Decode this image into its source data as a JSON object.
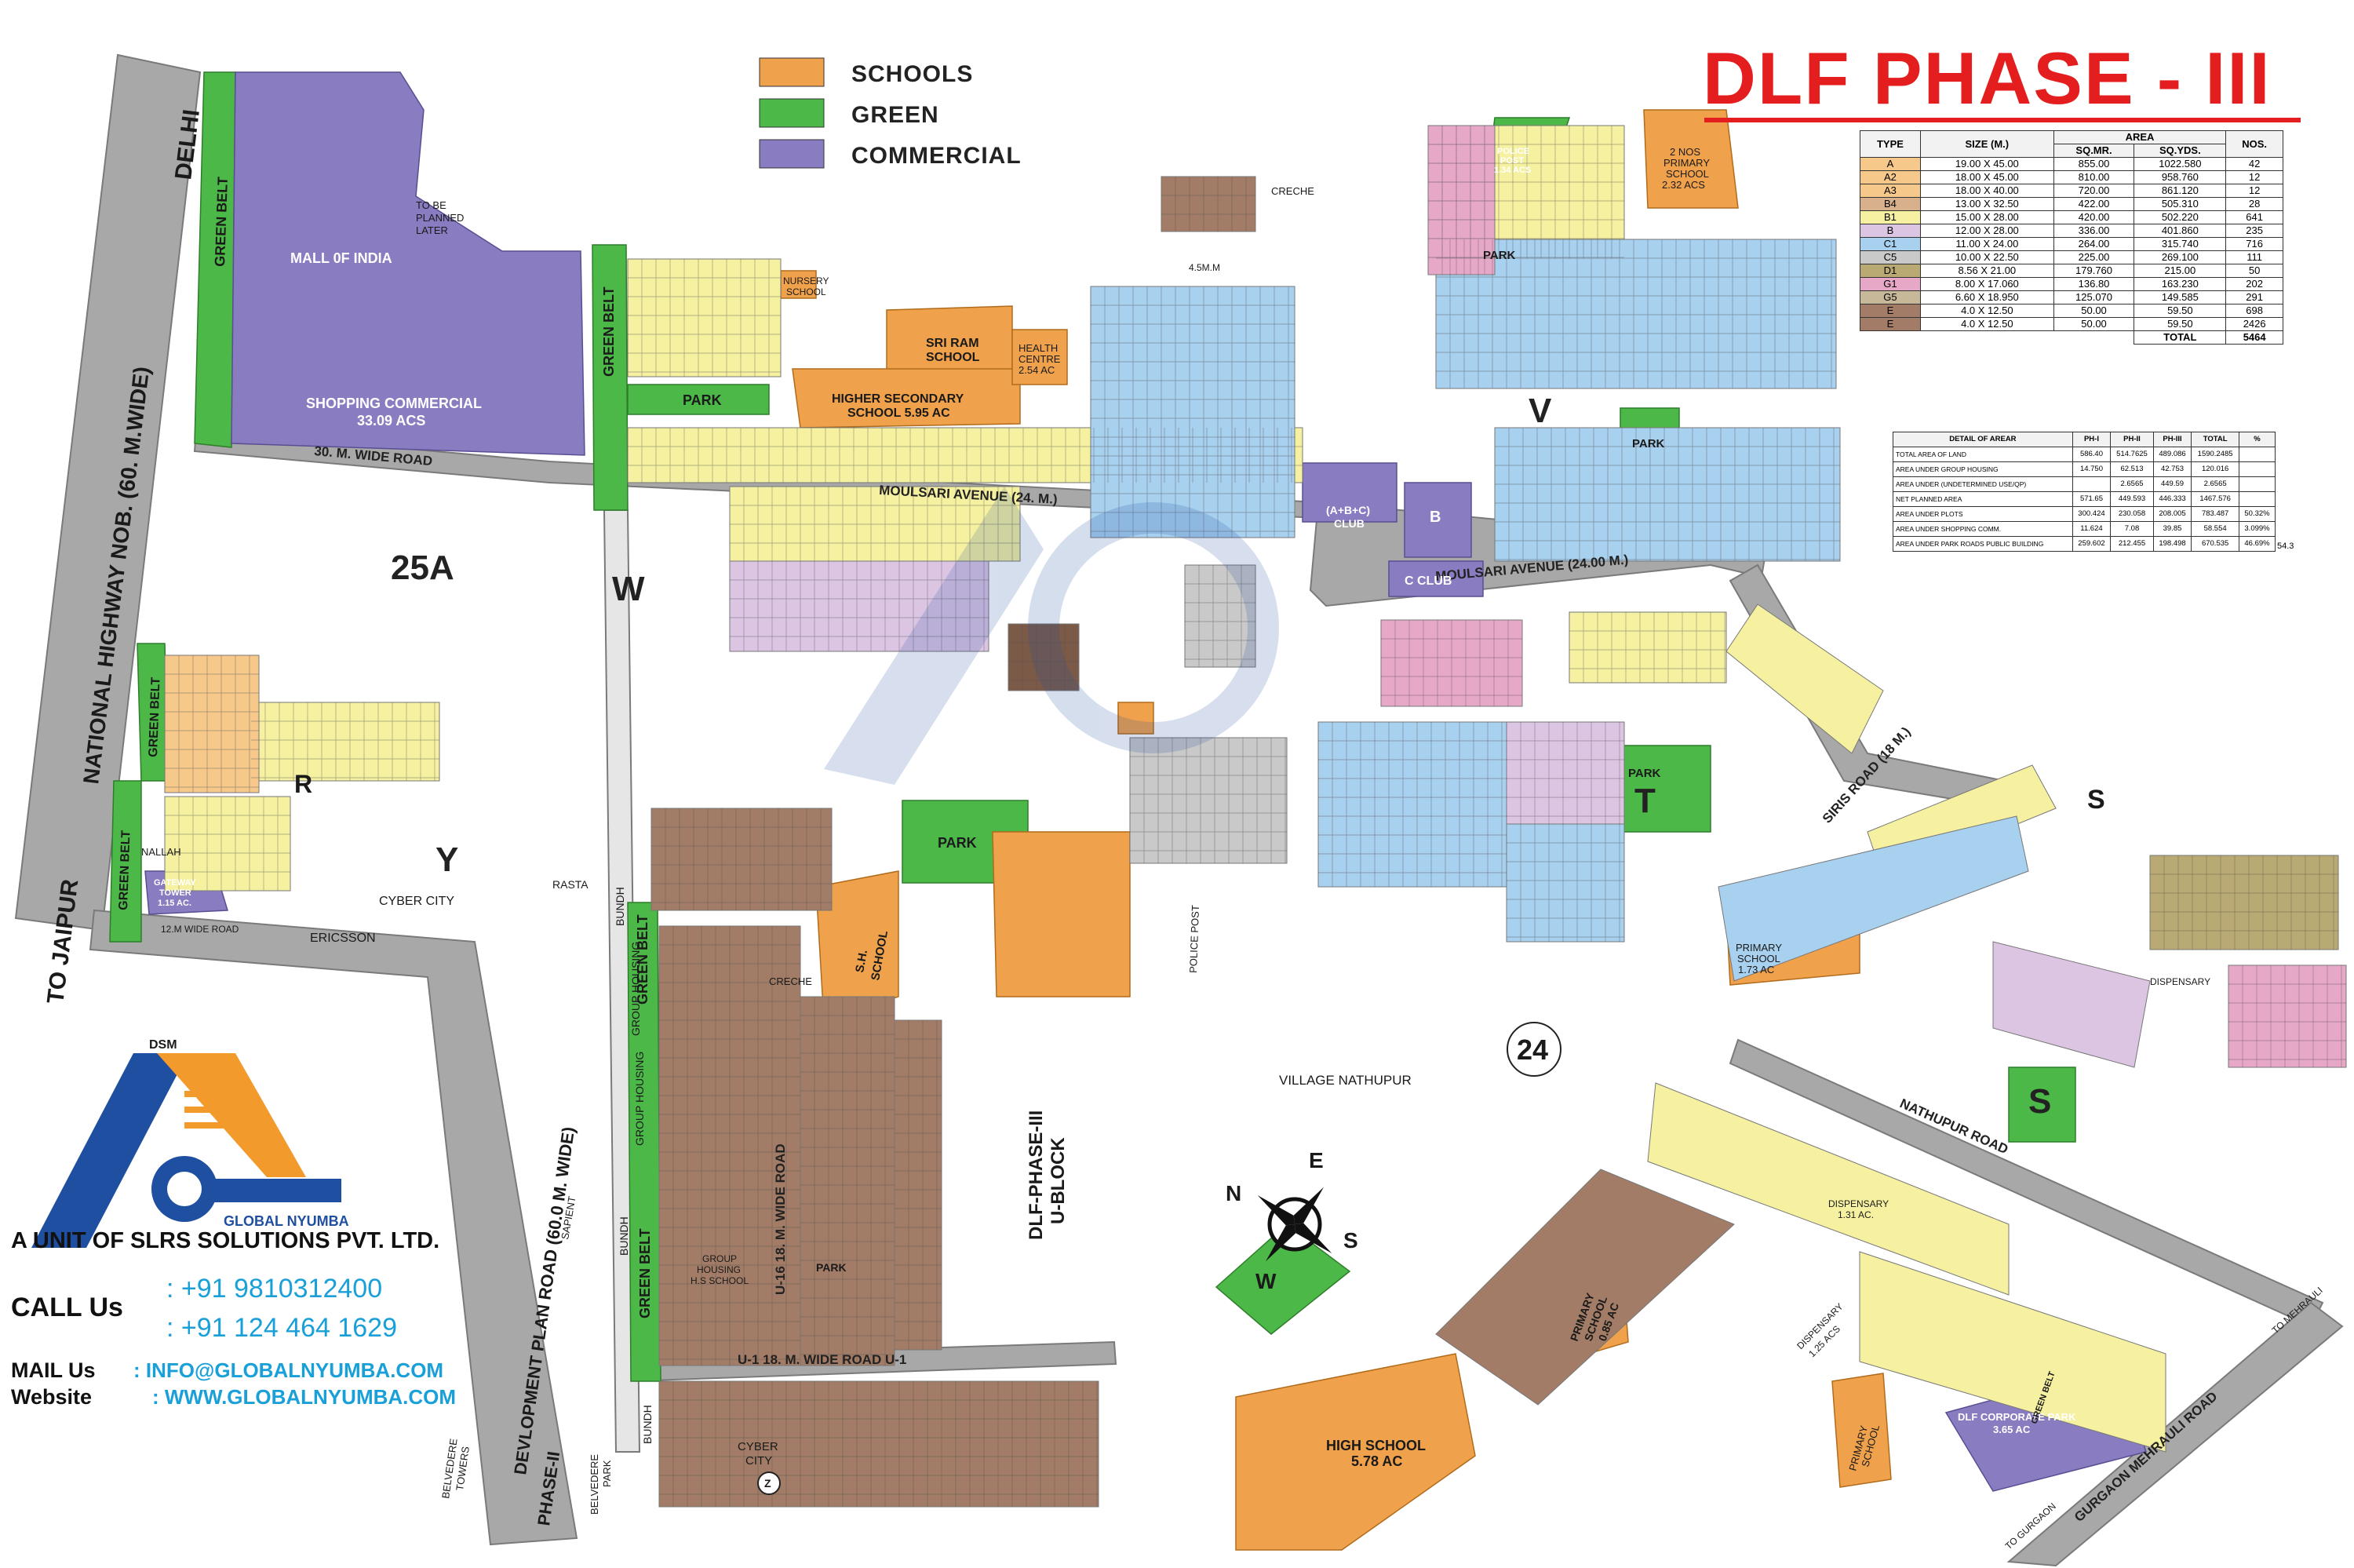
{
  "title": "DLF PHASE - III",
  "legend": [
    {
      "label": "SCHOOLS",
      "color": "#f0a14b"
    },
    {
      "label": "GREEN",
      "color": "#4cb848"
    },
    {
      "label": "COMMERCIAL",
      "color": "#8a7cc0"
    }
  ],
  "colors": {
    "road": "#a8a8a8",
    "plot_yellow": "#f6f1a0",
    "plot_blue": "#a8d0ef",
    "plot_pink": "#e7a8c8",
    "plot_lilac": "#dcc5e3",
    "plot_brown": "#a27c66",
    "plot_orange_light": "#f6c98b",
    "plot_olive": "#b8aa72",
    "plot_grey": "#c9c9c9"
  },
  "type_table": {
    "headers": [
      "TYPE",
      "SIZE (M.)",
      "AREA",
      "NOS."
    ],
    "subheaders": [
      "SQ.MR.",
      "SQ.YDS."
    ],
    "rows": [
      {
        "type": "A",
        "size": "19.00 X 45.00",
        "sqm": "855.00",
        "sqyds": "1022.580",
        "nos": "42",
        "color": "#f6c98b"
      },
      {
        "type": "A2",
        "size": "18.00 X 45.00",
        "sqm": "810.00",
        "sqyds": "958.760",
        "nos": "12",
        "color": "#f6c98b"
      },
      {
        "type": "A3",
        "size": "18.00 X 40.00",
        "sqm": "720.00",
        "sqyds": "861.120",
        "nos": "12",
        "color": "#f6c98b"
      },
      {
        "type": "B4",
        "size": "13.00 X 32.50",
        "sqm": "422.00",
        "sqyds": "505.310",
        "nos": "28",
        "color": "#d9b08c"
      },
      {
        "type": "B1",
        "size": "15.00 X 28.00",
        "sqm": "420.00",
        "sqyds": "502.220",
        "nos": "641",
        "color": "#f6f1a0"
      },
      {
        "type": "B",
        "size": "12.00 X 28.00",
        "sqm": "336.00",
        "sqyds": "401.860",
        "nos": "235",
        "color": "#dcc5e3"
      },
      {
        "type": "C1",
        "size": "11.00 X 24.00",
        "sqm": "264.00",
        "sqyds": "315.740",
        "nos": "716",
        "color": "#a8d0ef"
      },
      {
        "type": "C5",
        "size": "10.00 X 22.50",
        "sqm": "225.00",
        "sqyds": "269.100",
        "nos": "111",
        "color": "#c9c9c9"
      },
      {
        "type": "D1",
        "size": "8.56 X 21.00",
        "sqm": "179.760",
        "sqyds": "215.00",
        "nos": "50",
        "color": "#b8aa72"
      },
      {
        "type": "G1",
        "size": "8.00 X 17.060",
        "sqm": "136.80",
        "sqyds": "163.230",
        "nos": "202",
        "color": "#e7a8c8"
      },
      {
        "type": "G5",
        "size": "6.60 X 18.950",
        "sqm": "125.070",
        "sqyds": "149.585",
        "nos": "291",
        "color": "#c7b89a"
      },
      {
        "type": "E",
        "size": "4.0 X 12.50",
        "sqm": "50.00",
        "sqyds": "59.50",
        "nos": "698",
        "color": "#a27c66"
      },
      {
        "type": "E",
        "size": "4.0 X 12.50",
        "sqm": "50.00",
        "sqyds": "59.50",
        "nos": "2426",
        "color": "#a27c66"
      }
    ],
    "total_label": "TOTAL",
    "total": "5464"
  },
  "area_table": {
    "headers": [
      "DETAIL OF AREAR",
      "PH-I",
      "PH-II",
      "PH-III",
      "TOTAL",
      "%"
    ],
    "rows": [
      [
        "TOTAL AREA OF LAND",
        "586.40",
        "514.7625",
        "489.086",
        "1590.2485",
        ""
      ],
      [
        "AREA UNDER GROUP HOUSING",
        "14.750",
        "62.513",
        "42.753",
        "120.016",
        ""
      ],
      [
        "AREA UNDER (UNDETERMINED USE/QP)",
        "",
        "2.6565",
        "449.59",
        "2.6565",
        ""
      ],
      [
        "NET PLANNED AREA",
        "571.65",
        "449.593",
        "446.333",
        "1467.576",
        ""
      ],
      [
        "AREA UNDER PLOTS",
        "300.424",
        "230.058",
        "208.005",
        "783.487",
        "50.32%"
      ],
      [
        "AREA UNDER SHOPPING COMM.",
        "11.624",
        "7.08",
        "39.85",
        "58.554",
        "3.099%"
      ],
      [
        "AREA UNDER PARK ROADS PUBLIC BUILDING",
        "259.602",
        "212.455",
        "198.498",
        "670.535",
        "46.69%"
      ]
    ],
    "side_value": "54.3"
  },
  "labels": {
    "delhi": "DELHI",
    "to_jaipur": "TO JAIPUR",
    "nh": "NATIONAL HIGHWAY NOB. (60. M.WIDE)",
    "green_belt": "GREEN BELT",
    "mall": "MALL 0F INDIA",
    "shopping": "SHOPPING COMMERCIAL",
    "shopping_area": "33.09 ACS",
    "to_be_planned_1": "TO BE",
    "to_be_planned_2": "PLANNED",
    "to_be_planned_3": "LATER",
    "road_30m": "30. M. WIDE ROAD",
    "moulsari": "MOULSARI AVENUE (24. M.)",
    "moulsari_2": "MOULSARI AVENUE (24.00 M.)",
    "zone_25a": "25A",
    "zone_w": "W",
    "zone_y": "Y",
    "zone_v": "V",
    "zone_t": "T",
    "zone_s": "S",
    "zone_24": "24",
    "zone_r": "R",
    "cyber_city": "CYBER CITY",
    "cyber_city_2a": "CYBER",
    "cyber_city_2b": "CITY",
    "rasta": "RASTA",
    "ericsson": "ERICSSON",
    "road_12m": "12.M WIDE ROAD",
    "gateway_1": "GATEWAY",
    "gateway_2": "TOWER",
    "gateway_3": "1.15 AC.",
    "nallah": "NALLAH",
    "dev_plan_road": "DEVLOPMENT PLAN ROAD (60.0 M. WIDE)",
    "bundh": "BUNDH",
    "group_housing": "GROUP HOUSING",
    "sapient": "SAPIENT",
    "phase2": "PHASE-II",
    "belvedere_park_1": "BELVEDERE",
    "belvedere_park_2": "PARK",
    "belvedere_towers_1": "BELVEDERE",
    "belvedere_towers_2": "TOWERS",
    "nursery_1": "NURSERY",
    "nursery_2": "SCHOOL",
    "sri_ram_1": "SRI RAM",
    "sri_ram_2": "SCHOOL",
    "health_1": "HEALTH",
    "health_2": "CENTRE",
    "health_3": "2.54 AC",
    "hss_1": "HIGHER SECONDARY",
    "hss_2": "SCHOOL 5.95 AC",
    "park": "PARK",
    "creche": "CRECHE",
    "rasta_45": "4.5M.M",
    "police_1": "POLICE",
    "police_2": "POST",
    "police_3": "1.34 ACS",
    "primary_2nos_1": "2 NOS",
    "primary_2nos_2": "PRIMARY",
    "primary_2nos_3": "SCHOOL",
    "primary_2nos_4": "2.32 ACS",
    "club_abc": "(A+B+C)",
    "club": "CLUB",
    "club_c": "C CLUB",
    "sh_school_1": "S.H.",
    "sh_school_2": "SCHOOL",
    "police_post": "POLICE POST",
    "village": "VILLAGE NATHUPUR",
    "u_block_1": "DLF-PHASE-III",
    "u_block_2": "U-BLOCK",
    "u_road": "U-16 18. M. WIDE ROAD",
    "u1_road": "U-1 18. M. WIDE ROAD  U-1",
    "gh_school_1": "GROUP",
    "gh_school_2": "HOUSING",
    "gh_school_3": "H.S SCHOOL",
    "siris_road": "SIRIS ROAD (18 M.)",
    "nathupur_road": "NATHUPUR ROAD",
    "primary_173_1": "PRIMARY",
    "primary_173_2": "SCHOOL",
    "primary_173_3": "1.73 AC",
    "dispensary": "DISPENSARY",
    "dispensary_131": "1.31 AC.",
    "dispensary_125": "1.25 ACS",
    "high_school_1": "HIGH SCHOOL",
    "high_school_2": "5.78 AC",
    "primary_085_1": "PRIMARY",
    "primary_085_2": "SCHOOL",
    "primary_085_3": "0.85 AC",
    "dlf_corp_1": "DLF CORPORATE PARK",
    "dlf_corp_2": "3.65 AC",
    "gurgaon_mehrauli": "GURGAON MEHRAULI ROAD",
    "to_mehrauli": "TO MEHRAULI",
    "to_gurgaon": "TO GURGAON",
    "green_belt_sm": "GREEN BELT",
    "compass_n": "N",
    "compass_e": "E",
    "compass_s": "S",
    "compass_w": "W",
    "dsm": "DSM",
    "brand": "GLOBAL NYUMBA"
  },
  "contact": {
    "unit": "A UNIT OF SLRS SOLUTIONS PVT. LTD.",
    "call_label": "CALL Us",
    "phone1": ": +91 9810312400",
    "phone2": ": +91 124 464 1629",
    "mail_label": "MAIL Us",
    "mail": ":  INFO@GLOBALNYUMBA.COM",
    "web_label": "Website",
    "web": ":  WWW.GLOBALNYUMBA.COM"
  }
}
